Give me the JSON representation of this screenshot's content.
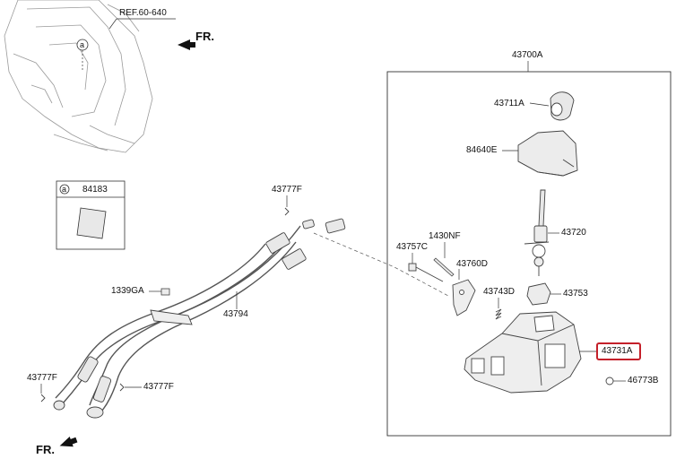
{
  "colors": {
    "highlight": "#c4202a",
    "line": "#555555",
    "fill": "#e8e8e8"
  },
  "reference": "REF.60-640",
  "direction_labels": {
    "top": "FR.",
    "bottom": "FR."
  },
  "circle_marker": "a",
  "inset": {
    "marker": "a",
    "part": "84183"
  },
  "assembly": "43700A",
  "parts": {
    "p43711A": "43711A",
    "p84640E": "84640E",
    "p43720": "43720",
    "p43753": "43753",
    "p43731A": "43731A",
    "p46773B": "46773B",
    "p43743D": "43743D",
    "p43760D": "43760D",
    "p1430NF": "1430NF",
    "p43757C": "43757C",
    "p43777F_top": "43777F",
    "p1339GA": "1339GA",
    "p43794": "43794",
    "p43777F_left": "43777F",
    "p43777F_bottom": "43777F"
  },
  "highlighted_part": "43731A"
}
